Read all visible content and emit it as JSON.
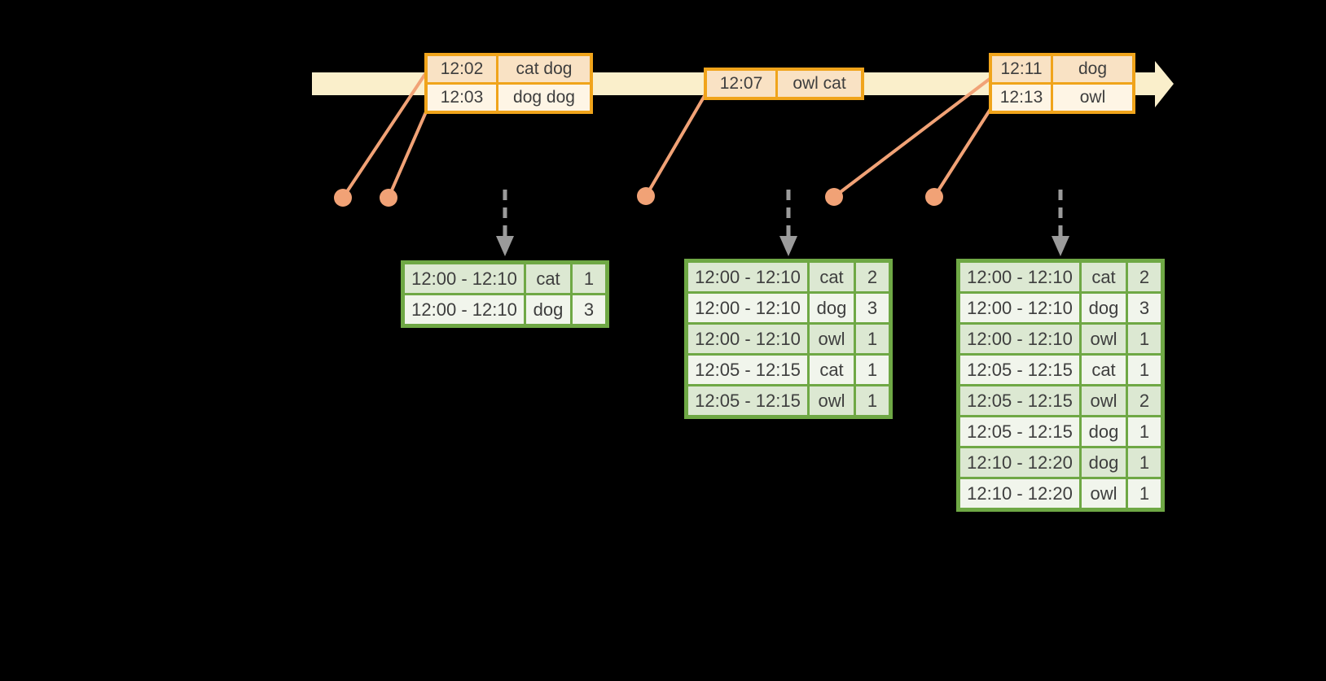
{
  "colors": {
    "background": "#000000",
    "band": "#FAEFCB",
    "gold": "#F0A41B",
    "event_row_dark": "#F9E2C4",
    "event_row_light": "#FEF5E5",
    "salmon": "#F1A276",
    "gray_arrow": "#9B9B9B",
    "green_border": "#6FA845",
    "row_sage": "#DCE8D2",
    "row_white": "#F1F5EC",
    "text": "#3E3E3E"
  },
  "icons": {
    "timeline_arrow": "right-arrow",
    "trigger_arrow": "down-dashed-arrow",
    "event_marker": "dot"
  },
  "event_tables": [
    {
      "rows": [
        {
          "time": "12:02",
          "words": "cat dog"
        },
        {
          "time": "12:03",
          "words": "dog dog"
        }
      ]
    },
    {
      "rows": [
        {
          "time": "12:07",
          "words": "owl cat"
        }
      ]
    },
    {
      "rows": [
        {
          "time": "12:11",
          "words": "dog"
        },
        {
          "time": "12:13",
          "words": "owl"
        }
      ]
    }
  ],
  "result_tables": [
    {
      "rows": [
        [
          "12:00 - 12:10",
          "cat",
          "1"
        ],
        [
          "12:00 - 12:10",
          "dog",
          "3"
        ]
      ]
    },
    {
      "rows": [
        [
          "12:00 - 12:10",
          "cat",
          "2"
        ],
        [
          "12:00 - 12:10",
          "dog",
          "3"
        ],
        [
          "12:00 - 12:10",
          "owl",
          "1"
        ],
        [
          "12:05 - 12:15",
          "cat",
          "1"
        ],
        [
          "12:05 - 12:15",
          "owl",
          "1"
        ]
      ]
    },
    {
      "rows": [
        [
          "12:00 - 12:10",
          "cat",
          "2"
        ],
        [
          "12:00 - 12:10",
          "dog",
          "3"
        ],
        [
          "12:00 - 12:10",
          "owl",
          "1"
        ],
        [
          "12:05 - 12:15",
          "cat",
          "1"
        ],
        [
          "12:05 - 12:15",
          "owl",
          "2"
        ],
        [
          "12:05 - 12:15",
          "dog",
          "1"
        ],
        [
          "12:10 - 12:20",
          "dog",
          "1"
        ],
        [
          "12:10 - 12:20",
          "owl",
          "1"
        ]
      ]
    }
  ]
}
